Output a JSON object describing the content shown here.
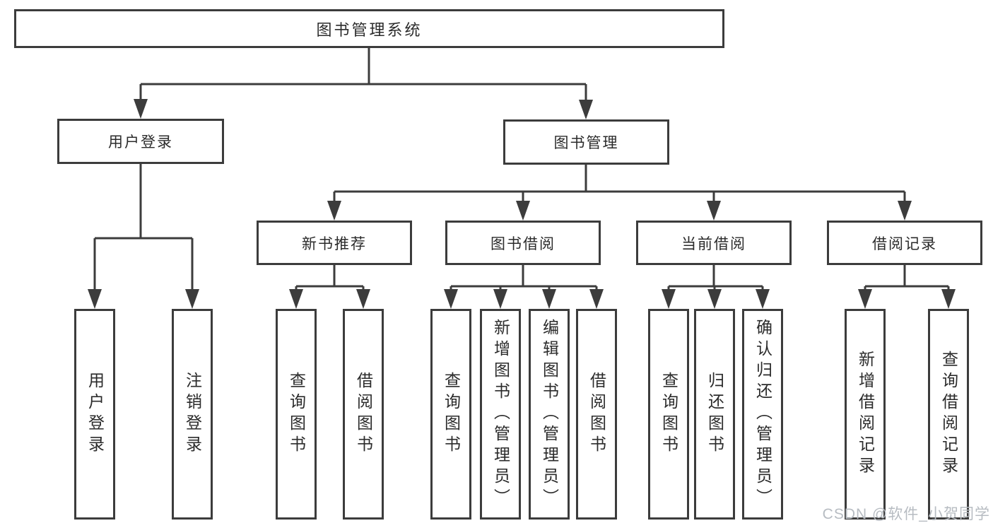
{
  "title": "图书管理系统",
  "branches": {
    "user_login": {
      "label": "用户登录",
      "children": [
        "用户登录",
        "注销登录"
      ]
    },
    "book_mgmt": {
      "label": "图书管理",
      "groups": [
        {
          "label": "新书推荐",
          "children": [
            "查询图书",
            "借阅图书"
          ]
        },
        {
          "label": "图书借阅",
          "children": [
            "查询图书",
            "新增图书（管理员）",
            "编辑图书（管理员）",
            "借阅图书"
          ]
        },
        {
          "label": "当前借阅",
          "children": [
            "查询图书",
            "归还图书",
            "确认归还（管理员）"
          ]
        },
        {
          "label": "借阅记录",
          "children": [
            "新增借阅记录",
            "查询借阅记录"
          ]
        }
      ]
    }
  },
  "watermark": "CSDN @软件_小贺同学",
  "colors": {
    "line": "#3c3c3c",
    "text": "#2b2b2b",
    "background": "#ffffff",
    "watermark": "#b7bcc2"
  }
}
